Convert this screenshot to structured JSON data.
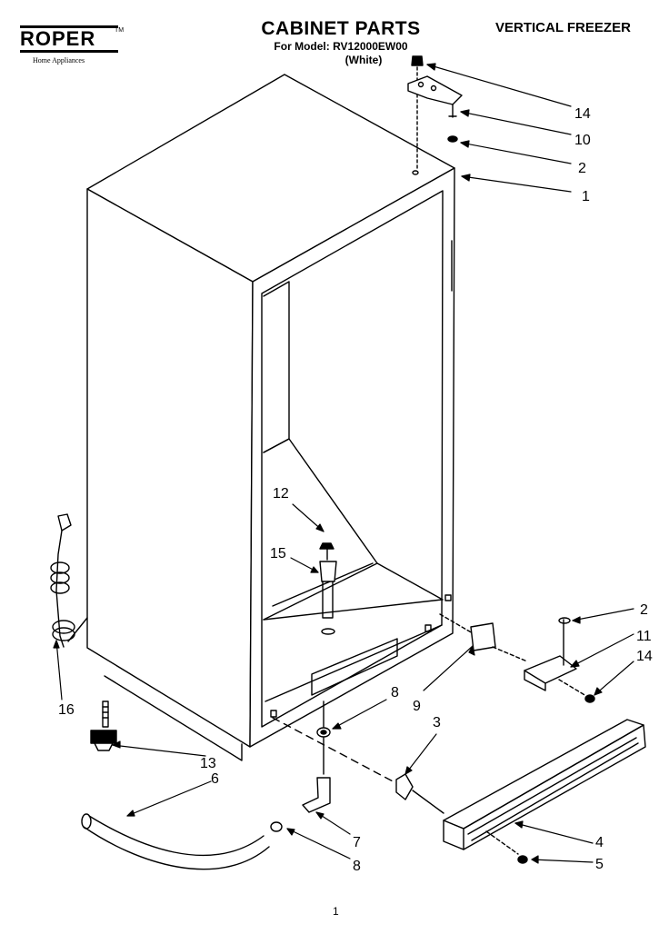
{
  "header": {
    "brand": "ROPER",
    "brand_mark": "TM",
    "brand_subtitle": "Home Appliances",
    "title": "CABINET PARTS",
    "model_line": "For Model: RV12000EW00",
    "color_line": "(White)",
    "category": "VERTICAL FREEZER"
  },
  "callouts": {
    "c14a": "14",
    "c10": "10",
    "c2a": "2",
    "c1": "1",
    "c12": "12",
    "c15": "15",
    "c2b": "2",
    "c11": "11",
    "c14b": "14",
    "c16": "16",
    "c8a": "8",
    "c9": "9",
    "c3": "3",
    "c13": "13",
    "c6": "6",
    "c7": "7",
    "c8b": "8",
    "c4": "4",
    "c5": "5"
  },
  "footer": {
    "page_number": "1"
  }
}
